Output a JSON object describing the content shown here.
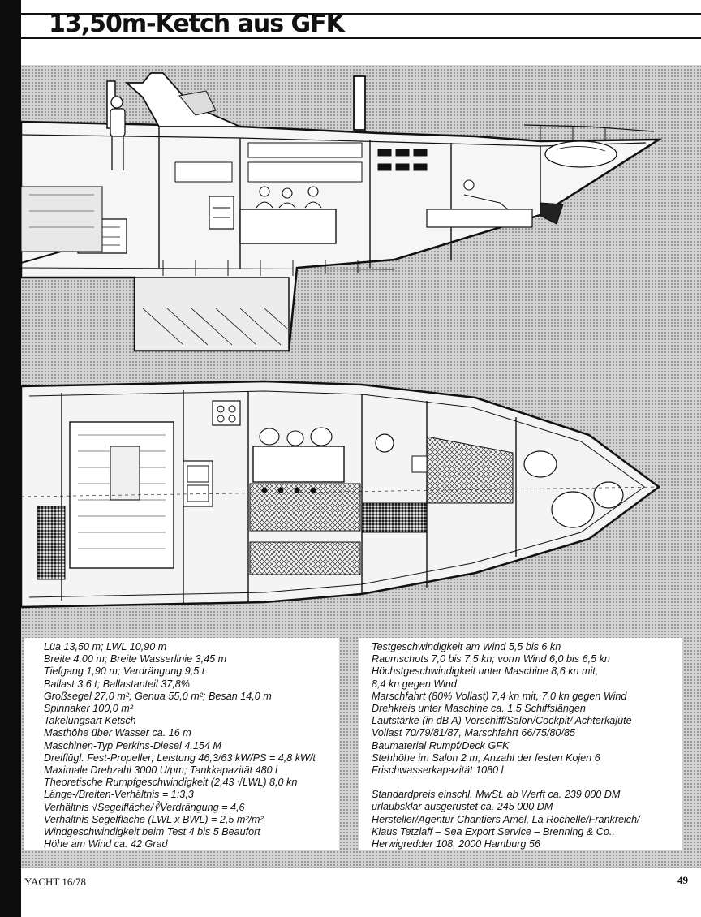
{
  "article": {
    "title": "13,50m-Ketch aus GFK"
  },
  "specs_left": [
    "Lüa 13,50 m; LWL 10,90 m",
    "Breite 4,00 m; Breite Wasserlinie 3,45 m",
    "Tiefgang 1,90 m; Verdrängung 9,5 t",
    "Ballast 3,6 t; Ballastanteil 37,8%",
    "Großsegel 27,0 m²; Genua 55,0 m²; Besan 14,0 m",
    "Spinnaker 100,0 m²",
    "Takelungsart Ketsch",
    "Masthöhe über Wasser ca. 16 m",
    "Maschinen-Typ Perkins-Diesel 4.154 M",
    "Dreiflügl. Fest-Propeller; Leistung 46,3/63 kW/PS = 4,8 kW/t",
    "Maximale Drehzahl 3000 U/pm; Tankkapazität 480 l",
    "Theoretische Rumpfgeschwindigkeit (2,43 √LWL) 8,0 kn",
    "Länge-/Breiten-Verhältnis = 1:3,3",
    "Verhältnis √Segelfläche/∛Verdrängung = 4,6",
    "Verhältnis Segelfläche (LWL x BWL) = 2,5 m²/m²",
    "Windgeschwindigkeit beim Test 4 bis 5 Beaufort",
    "Höhe am Wind ca. 42 Grad"
  ],
  "specs_right_a": [
    "Testgeschwindigkeit am Wind 5,5 bis 6 kn",
    "Raumschots 7,0 bis 7,5 kn; vorm Wind 6,0 bis 6,5 kn",
    "Höchstgeschwindigkeit unter Maschine 8,6 kn mit,",
    "8,4 kn gegen Wind",
    "Marschfahrt (80% Vollast) 7,4 kn mit, 7,0 kn gegen Wind",
    "Drehkreis unter Maschine ca. 1,5 Schiffslängen",
    "Lautstärke (in dB A) Vorschiff/Salon/Cockpit/ Achterkajüte",
    "Vollast 70/79/81/87, Marschfahrt 66/75/80/85",
    "Baumaterial Rumpf/Deck GFK",
    "Stehhöhe im Salon 2 m; Anzahl der festen Kojen 6",
    "Frischwasserkapazität 1080 l"
  ],
  "specs_right_b": [
    "Standardpreis einschl. MwSt. ab Werft ca. 239 000 DM",
    "urlaubsklar ausgerüstet ca. 245 000 DM",
    "Hersteller/Agentur Chantiers Amel, La Rochelle/Frankreich/",
    "Klaus Tetzlaff – Sea Export Service – Brenning & Co.,",
    "Herwigredder 108, 2000 Hamburg 56"
  ],
  "footer": {
    "magazine": "YACHT   16/78",
    "page_number": "49"
  }
}
